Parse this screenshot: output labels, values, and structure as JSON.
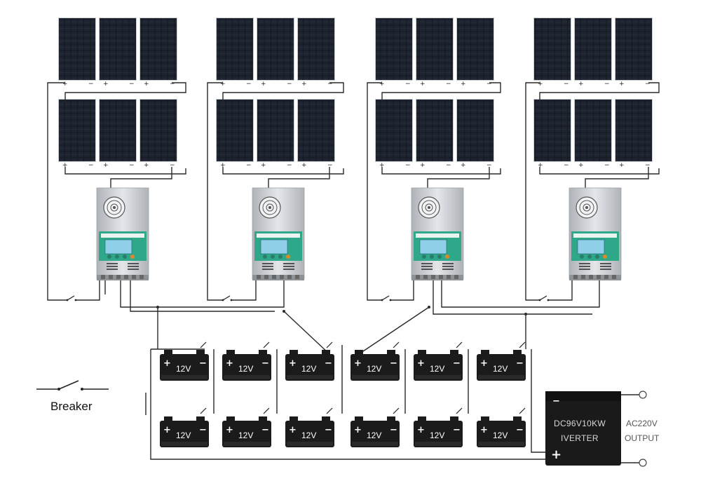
{
  "battery": {
    "voltage_label": "12V",
    "plus_symbol": "+",
    "minus_symbol": "−"
  },
  "panel_terminals": {
    "plus_symbol": "+",
    "minus_symbol": "−"
  },
  "inverter": {
    "model_line1": "DC96V10KW",
    "model_line2": "IVERTER",
    "minus_symbol": "−",
    "plus_symbol": "+"
  },
  "output": {
    "line1": "AC220V",
    "line2": "OUTPUT"
  },
  "legend": {
    "breaker_label": "Breaker"
  },
  "colors": {
    "panel_cell": "#151a22",
    "panel_frame": "#c9ccd0",
    "controller_body": "#c7cbcf",
    "controller_display": "#2fa88a",
    "battery_body": "#1b1b1b",
    "inverter_body": "#1a1a1a",
    "wire": "#2a2a2a"
  }
}
